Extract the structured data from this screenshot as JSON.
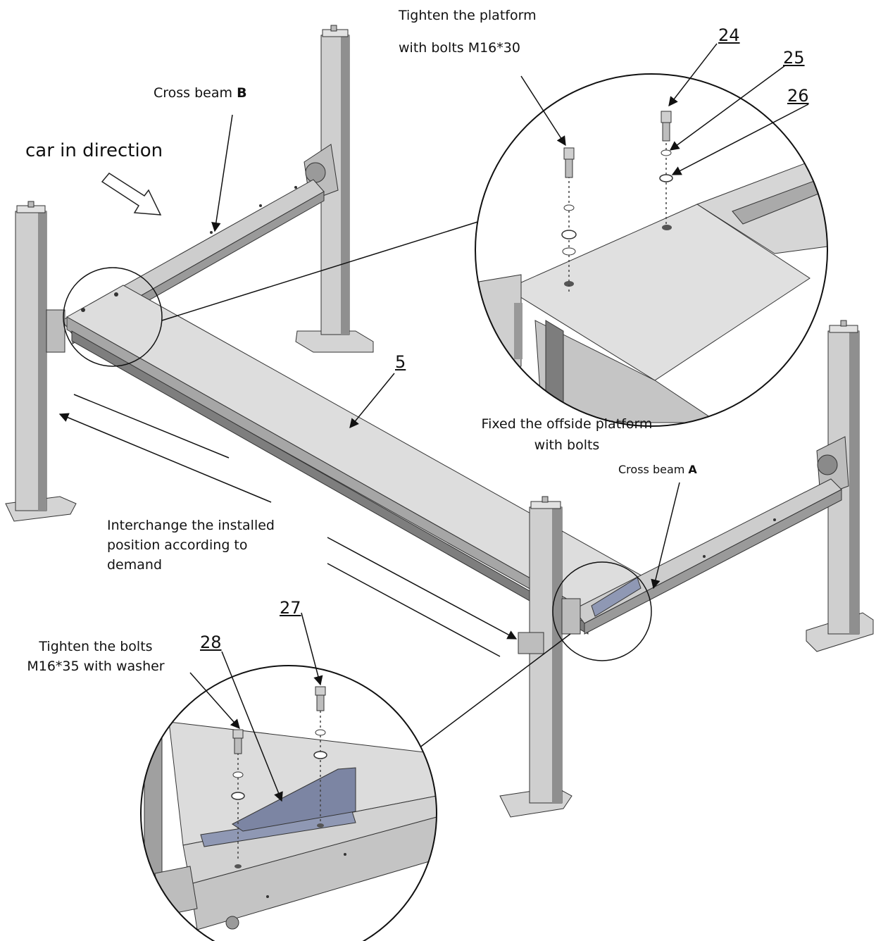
{
  "labels": {
    "tighten_platform_line1": "Tighten the platform",
    "tighten_platform_line2": "with bolts M16*30",
    "cross_beam_b_text": "Cross beam ",
    "cross_beam_b_letter": "B",
    "car_direction": "car in direction",
    "fixed_offside_line1": "Fixed the offside platform",
    "fixed_offside_line2": "with bolts",
    "cross_beam_a_text": "Cross beam ",
    "cross_beam_a_letter": "A",
    "interchange_line1": "Interchange the installed",
    "interchange_line2": "position according to",
    "interchange_line3": "demand",
    "tighten_bolts_line1": "Tighten the bolts",
    "tighten_bolts_line2": "M16*35 with washer"
  },
  "part_numbers": {
    "p24": "24",
    "p25": "25",
    "p26": "26",
    "p5": "5",
    "p27": "27",
    "p28": "28"
  },
  "colors": {
    "steel": "#c8c8c8",
    "steel_dark": "#8e8e8e",
    "platform": "#dcdcdc",
    "bracket": "#8f98b4",
    "outline": "#222222"
  }
}
